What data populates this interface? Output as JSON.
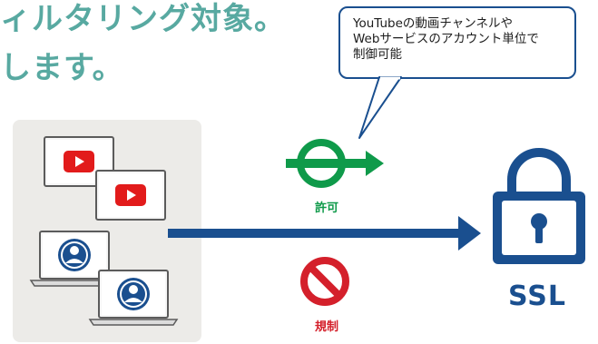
{
  "heading": {
    "line1": "ィルタリング対象。",
    "line2": "します。"
  },
  "callout": {
    "line1": "YouTubeの動画チャンネルや",
    "line2": "Webサービスのアカウント単位で",
    "line3": "制御可能"
  },
  "allow_label": "許可",
  "block_label": "規制",
  "ssl_label": "SSL",
  "colors": {
    "heading": "#58a9a1",
    "allow": "#0f9a4a",
    "block": "#d4202b",
    "brand_blue": "#1a4f8f",
    "youtube_red": "#e21b1b",
    "panel_bg": "#ecebe8"
  },
  "icons": [
    "youtube-play-icon",
    "user-avatar-icon",
    "allow-arrow-icon",
    "prohibited-icon",
    "padlock-icon"
  ]
}
